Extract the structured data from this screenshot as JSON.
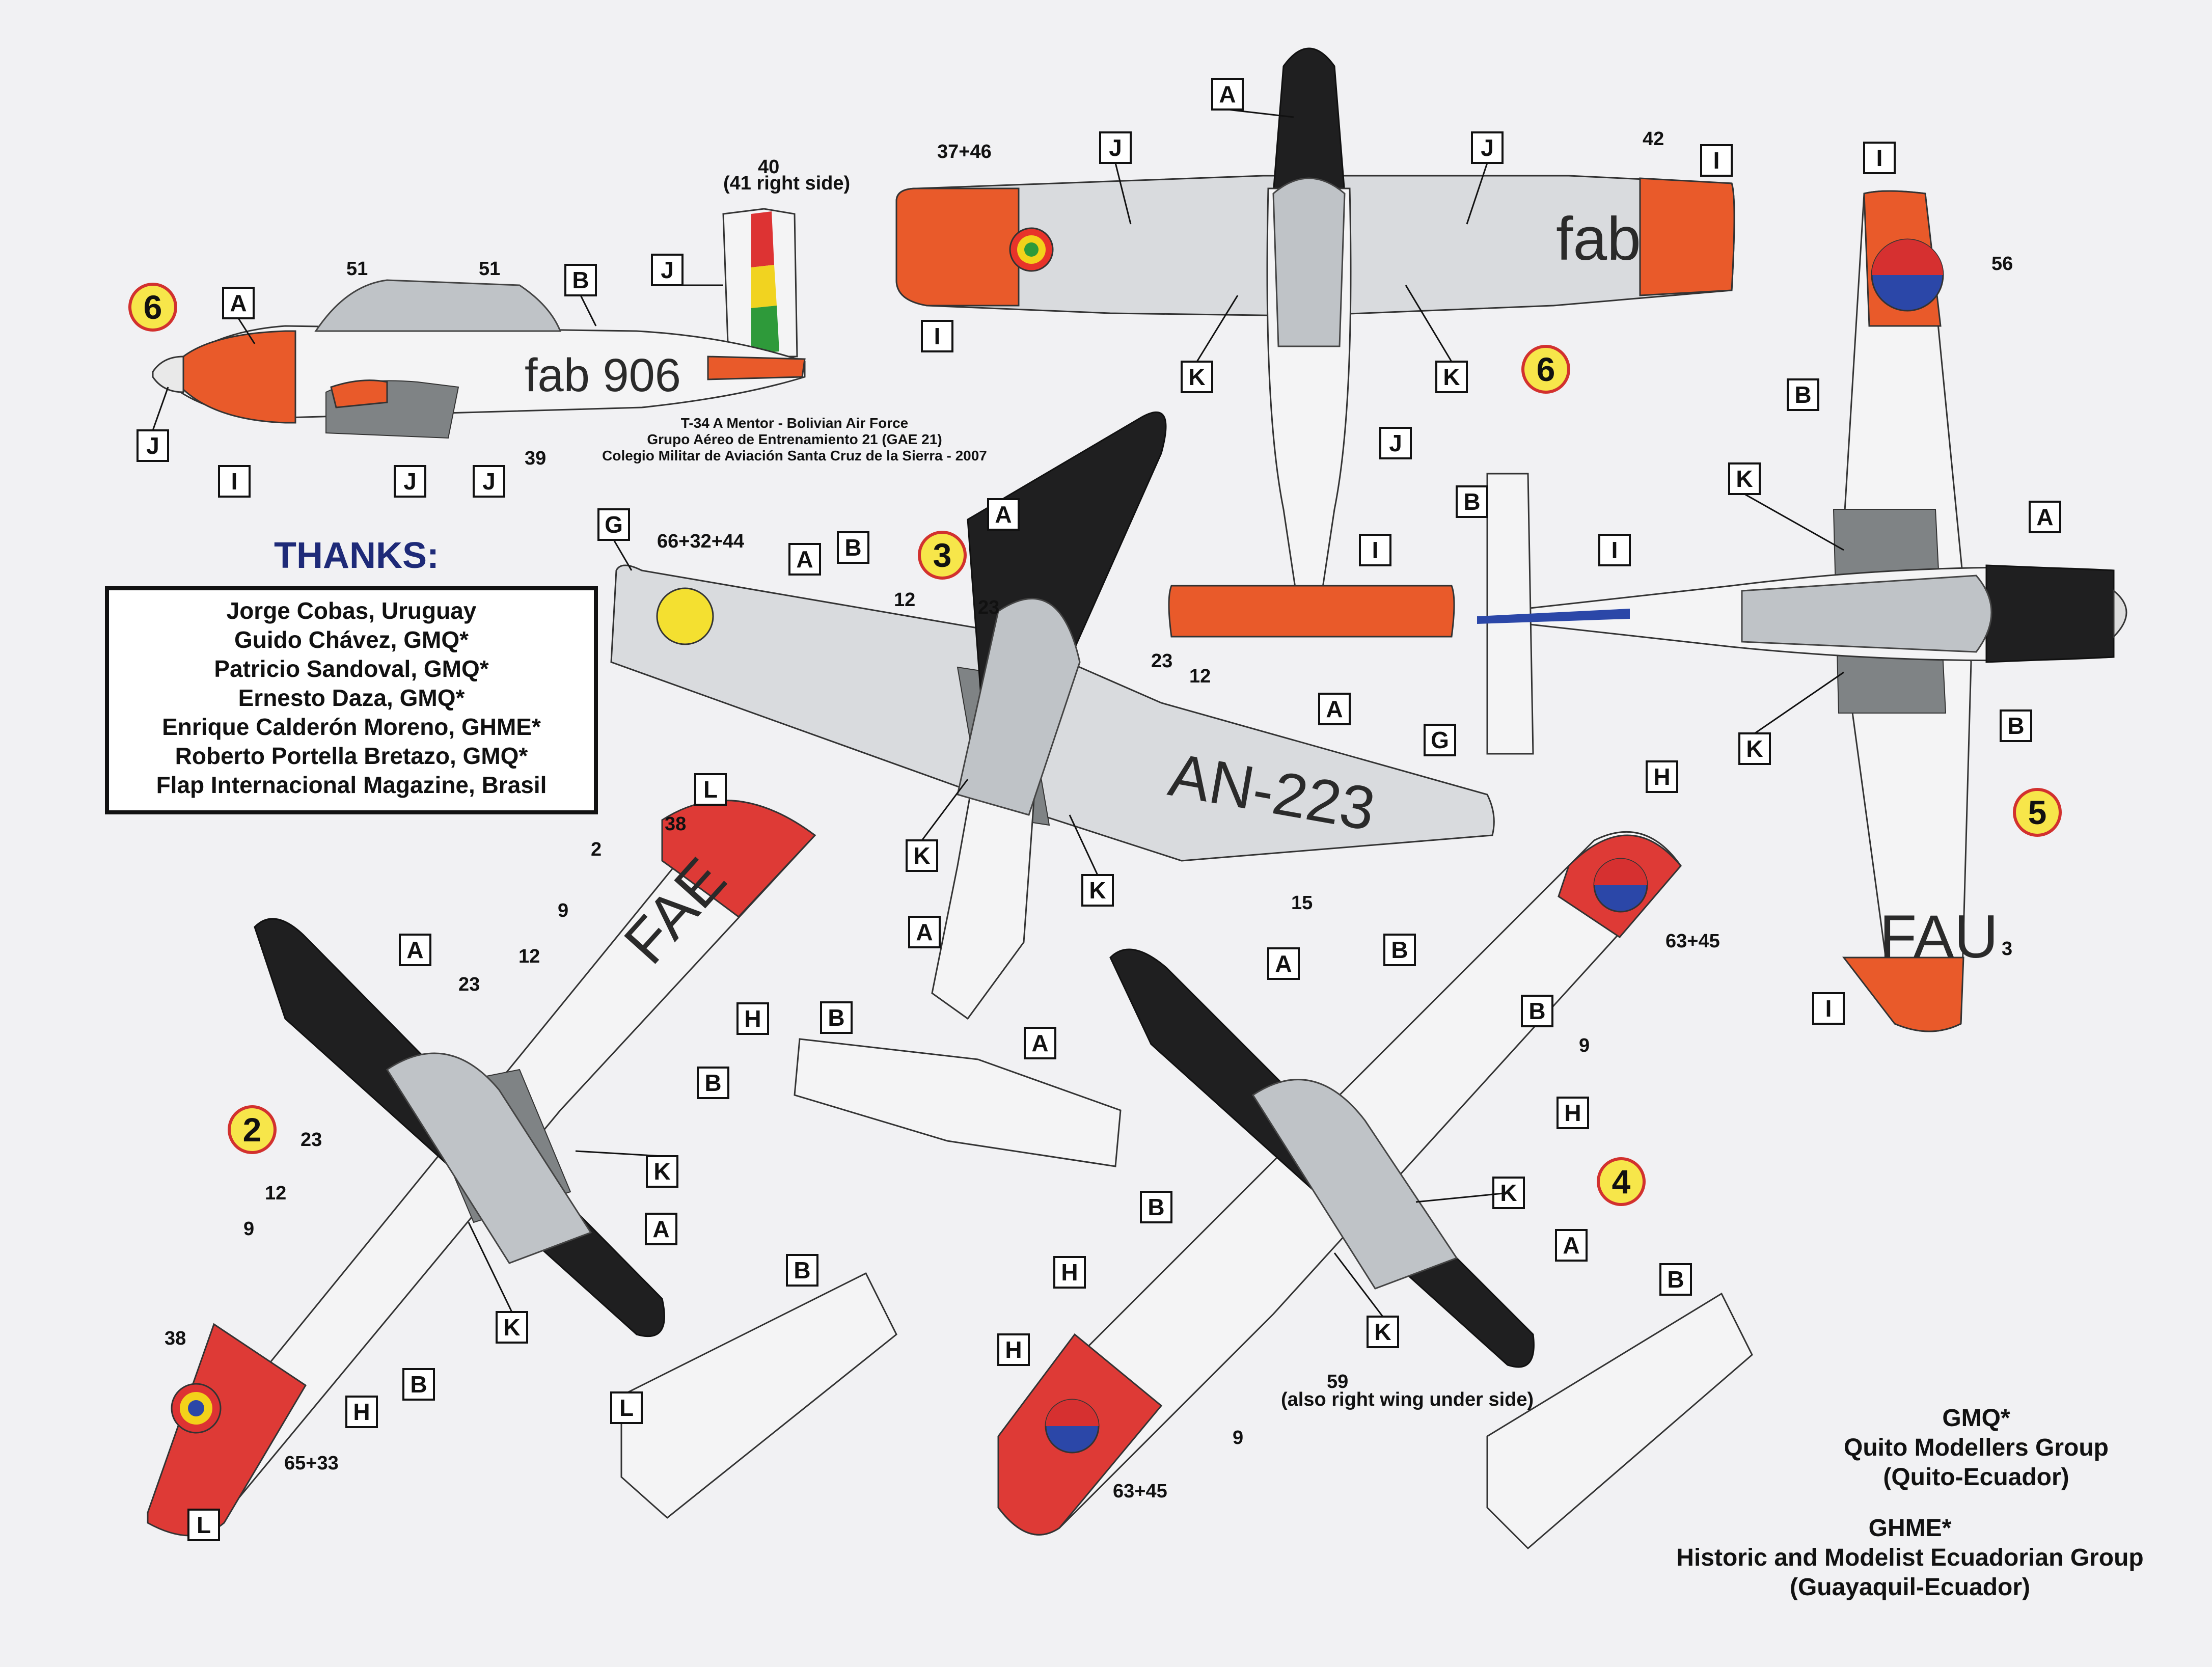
{
  "colors": {
    "background": "#f1f1f3",
    "orange": "#e95a2a",
    "red": "#de3a36",
    "black": "#1f1f20",
    "grey": "#7f8385",
    "light_grey": "#d9dbde",
    "badge_yellow": "#f7e64a",
    "title_blue": "#1e2a78"
  },
  "caption": {
    "line1": "T-34 A Mentor - Bolivian Air Force",
    "line2": "Grupo Aéreo de Entrenamiento 21 (GAE 21)",
    "line3": "Colegio Militar de Aviación Santa Cruz de la Sierra - 2007"
  },
  "thanks": {
    "title": "THANKS:",
    "names": [
      "Jorge Cobas, Uruguay",
      "Guido Chávez, GMQ*",
      "Patricio Sandoval, GMQ*",
      "Ernesto Daza, GMQ*",
      "Enrique Calderón Moreno, GHME*",
      "Roberto Portella Bretazo, GMQ*",
      "Flap Internacional Magazine, Brasil"
    ]
  },
  "groups": {
    "gmq_abbr": "GMQ*",
    "gmq_name": "Quito Modellers Group",
    "gmq_place": "(Quito-Ecuador)",
    "ghme_abbr": "GHME*",
    "ghme_name": "Historic and Modelist Ecuadorian Group",
    "ghme_place": "(Guayaquil-Ecuador)"
  },
  "badges": [
    "6",
    "6",
    "3",
    "5",
    "2",
    "4"
  ],
  "markings": {
    "fab906": "fab 906",
    "fab": "fab",
    "an223": "AN-223",
    "fae": "FAE",
    "fau": "FAU"
  },
  "numbers": {
    "n40": "40",
    "n41": "(41 right side)",
    "n51a": "51",
    "n51b": "51",
    "n39": "39",
    "n37_46": "37+46",
    "n42": "42",
    "n56": "56",
    "n66_32_44": "66+32+44",
    "n12a": "12",
    "n23a": "23",
    "n23b": "23",
    "n12b": "12",
    "n15": "15",
    "n3": "3",
    "n38a": "38",
    "n2": "2",
    "n9a": "9",
    "n23c": "23",
    "n12c": "12",
    "n63_45a": "63+45",
    "n9b": "9",
    "n23d": "23",
    "n12d": "12",
    "n9c": "9",
    "n38b": "38",
    "n65_33": "65+33",
    "n59": "59",
    "n59note": "(also right wing under side)",
    "n9d": "9",
    "n63_45b": "63+45"
  },
  "callouts": {
    "A": "A",
    "B": "B",
    "G": "G",
    "H": "H",
    "I": "I",
    "J": "J",
    "K": "K",
    "L": "L"
  }
}
